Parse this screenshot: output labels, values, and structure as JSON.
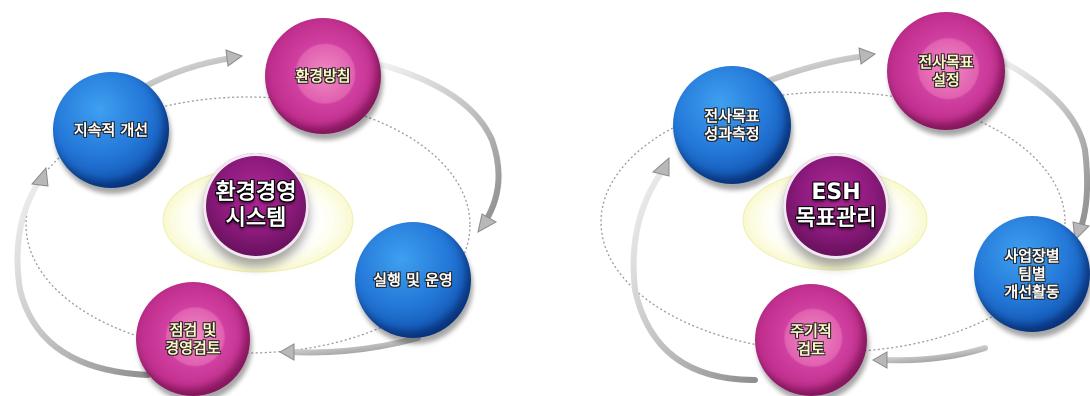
{
  "diagrams": [
    {
      "center": {
        "line1": "환경경영",
        "line2": "시스템"
      },
      "nodes": {
        "top": {
          "line1": "환경방침",
          "line2": ""
        },
        "left": {
          "line1": "지속적 개선",
          "line2": ""
        },
        "right": {
          "line1": "실행 및 운영",
          "line2": ""
        },
        "bottom": {
          "line1": "점검 및",
          "line2": "경영검토"
        }
      }
    },
    {
      "center": {
        "line1": "ESH",
        "line2": "목표관리"
      },
      "nodes": {
        "top": {
          "line1": "전사목표",
          "line2": "설정"
        },
        "left": {
          "line1": "전사목표",
          "line2": "성과측정"
        },
        "right": {
          "line1": "사업장별",
          "line2": "팀별",
          "line3": "개선활동"
        },
        "bottom": {
          "line1": "주기적",
          "line2": "검토"
        }
      }
    }
  ],
  "colors": {
    "pink": "#d040a0",
    "blue": "#1f6fd0",
    "center": "#8c1a7c",
    "pink_label": "#fff7c8"
  }
}
